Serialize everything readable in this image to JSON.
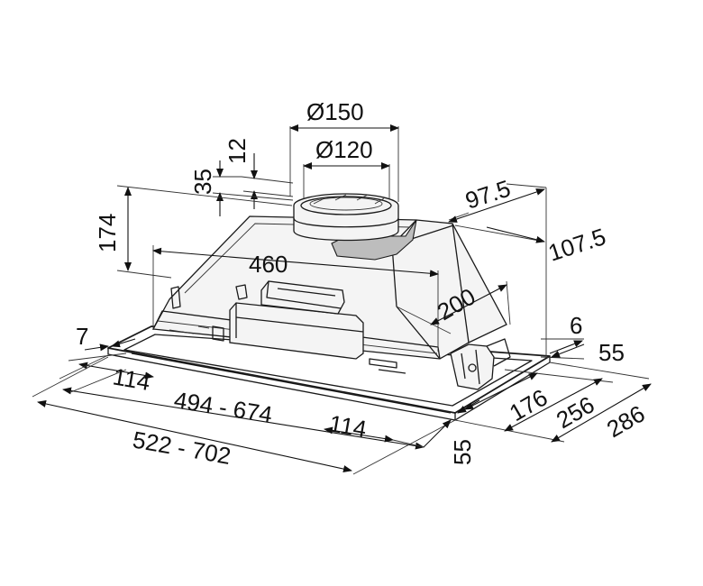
{
  "dimensions": {
    "d150": "Ø150",
    "d120": "Ø120",
    "d12": "12",
    "d35": "35",
    "d174": "174",
    "d97_5": "97.5",
    "d107_5": "107.5",
    "d460": "460",
    "d200": "200",
    "d6": "6",
    "d7": "7",
    "d55_right": "55",
    "d114_left": "114",
    "d494_674": "494 - 674",
    "d114_right": "114",
    "d176": "176",
    "d256": "256",
    "d286": "286",
    "d55_bottom": "55",
    "d522_702": "522 - 702"
  }
}
